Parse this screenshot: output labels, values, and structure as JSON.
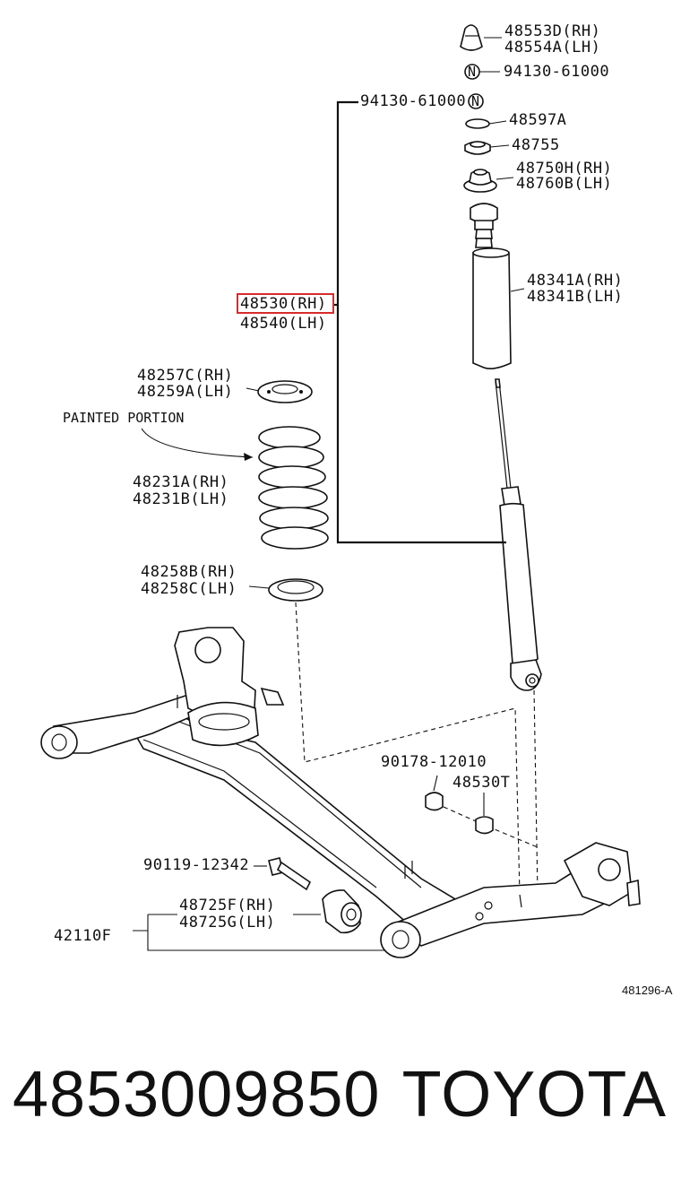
{
  "labels": {
    "bump_stop_rh": "48553D(RH)",
    "bump_stop_lh": "48554A(LH)",
    "nut_top": "94130-61000",
    "nut_bracket": "94130-61000",
    "n_mark": "N",
    "washer": "48597A",
    "bushing": "48755",
    "support_rh": "48750H(RH)",
    "support_lh": "48760B(LH)",
    "boot_rh": "48341A(RH)",
    "boot_lh": "48341B(LH)",
    "absorber_rh": "48530(RH)",
    "absorber_lh": "48540(LH)",
    "upper_insulator_rh": "48257C(RH)",
    "upper_insulator_lh": "48259A(LH)",
    "painted_portion": "PAINTED PORTION",
    "spring_rh": "48231A(RH)",
    "spring_lh": "48231B(LH)",
    "lower_insulator_rh": "48258B(RH)",
    "lower_insulator_lh": "48258C(LH)",
    "bolt_upper": "90178-12010",
    "lower_bushing": "48530T",
    "bolt_lower": "90119-12342",
    "beam_bushing_rh": "48725F(RH)",
    "beam_bushing_lh": "48725G(LH)",
    "axle_beam": "42110F",
    "diagram_code": "481296-A"
  },
  "footer": {
    "part_number": "4853009850",
    "brand": "TOYOTA"
  },
  "highlight_color": "#d92b2b"
}
